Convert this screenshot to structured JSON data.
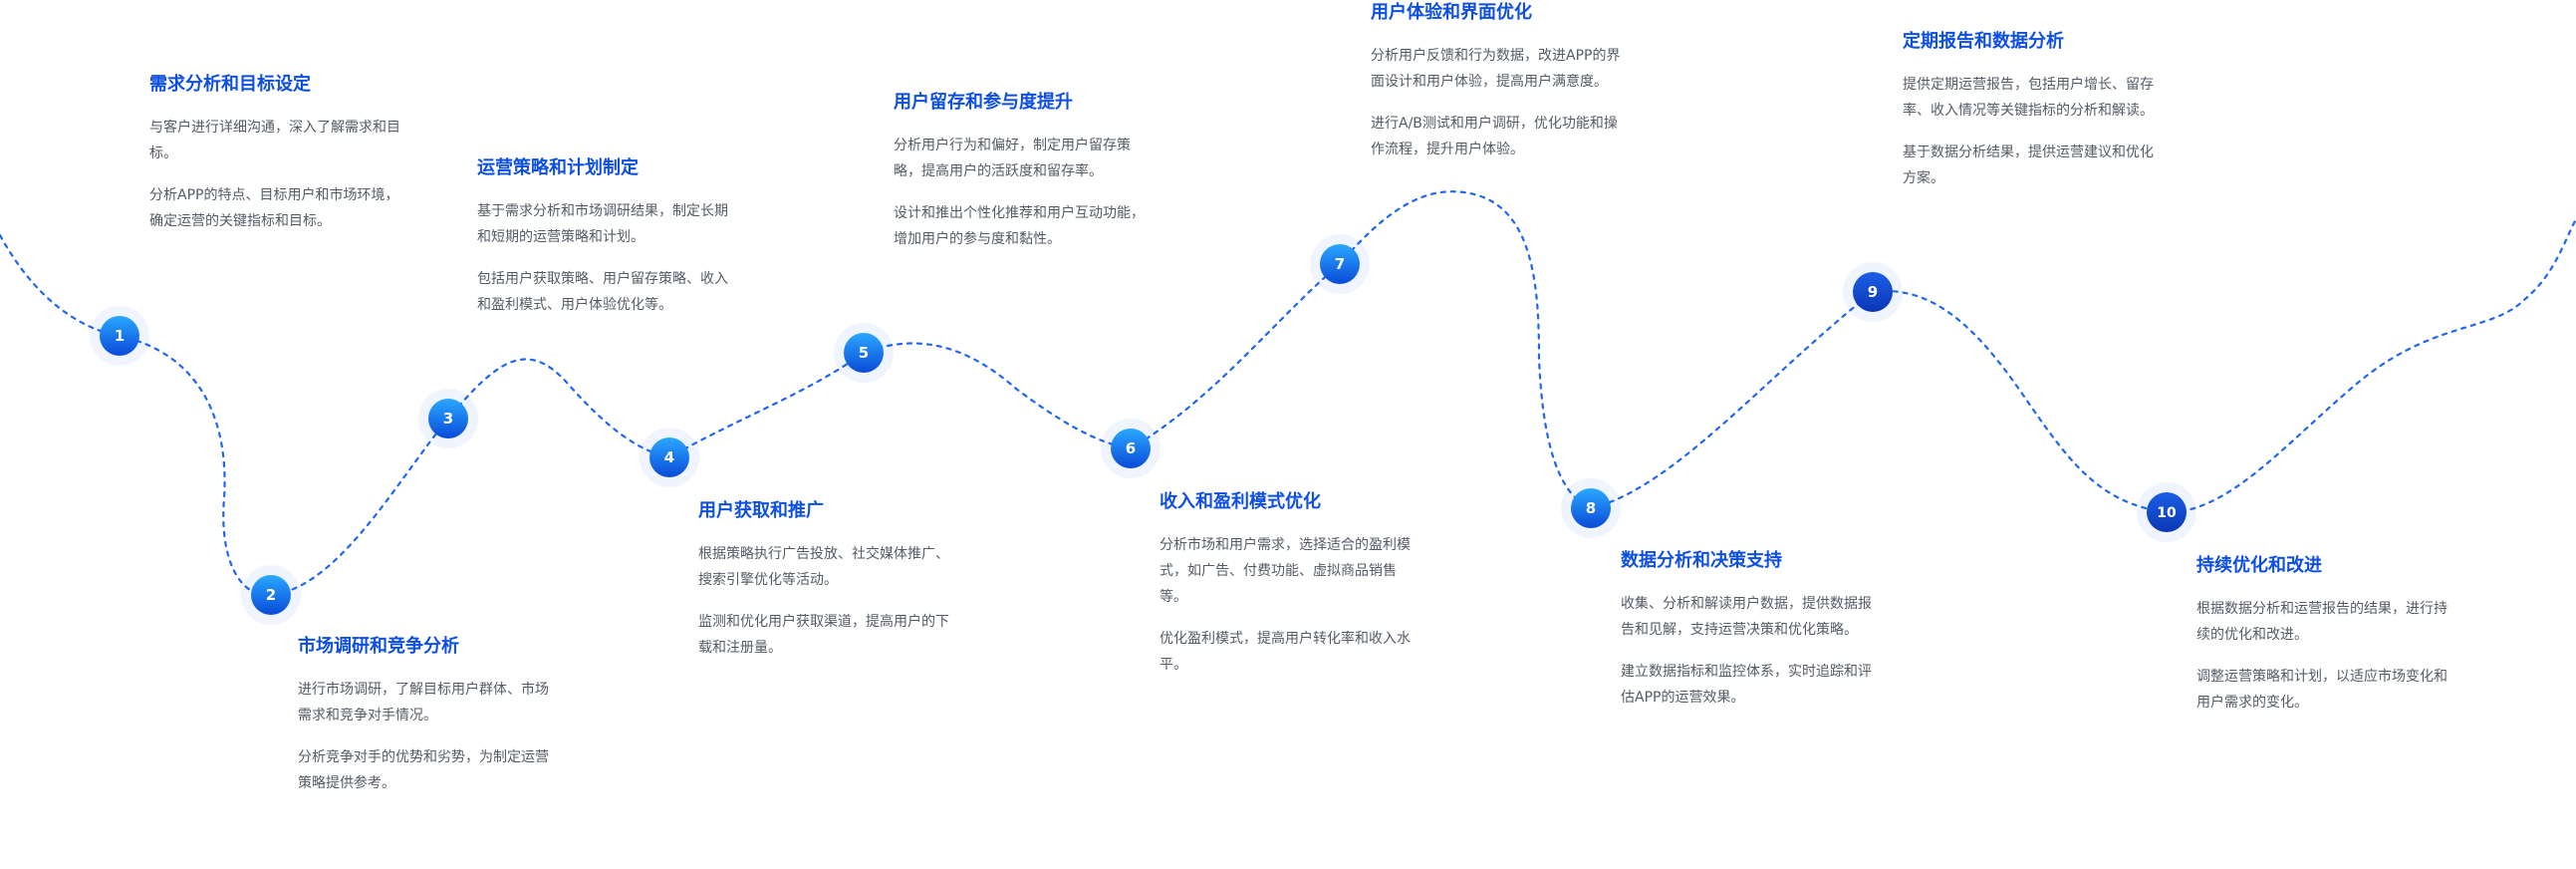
{
  "accent": "#1f66f0",
  "accent_light": "#2aa4ff",
  "accent_dark": "#0b41c9",
  "steps": [
    {
      "num": "1",
      "title": "需求分析和目标设定",
      "paras": [
        "与客户进行详细沟通，深入了解需求和目标。",
        "分析APP的特点、目标用户和市场环境，确定运营的关键指标和目标。"
      ]
    },
    {
      "num": "2",
      "title": "市场调研和竞争分析",
      "paras": [
        "进行市场调研，了解目标用户群体、市场需求和竞争对手情况。",
        "分析竞争对手的优势和劣势，为制定运营策略提供参考。"
      ]
    },
    {
      "num": "3",
      "title": "运营策略和计划制定",
      "paras": [
        "基于需求分析和市场调研结果，制定长期和短期的运营策略和计划。",
        "包括用户获取策略、用户留存策略、收入和盈利模式、用户体验优化等。"
      ]
    },
    {
      "num": "4",
      "title": "用户获取和推广",
      "paras": [
        "根据策略执行广告投放、社交媒体推广、搜索引擎优化等活动。",
        "监测和优化用户获取渠道，提高用户的下载和注册量。"
      ]
    },
    {
      "num": "5",
      "title": "用户留存和参与度提升",
      "paras": [
        "分析用户行为和偏好，制定用户留存策略，提高用户的活跃度和留存率。",
        "设计和推出个性化推荐和用户互动功能，增加用户的参与度和黏性。"
      ]
    },
    {
      "num": "6",
      "title": "收入和盈利模式优化",
      "paras": [
        "分析市场和用户需求，选择适合的盈利模式，如广告、付费功能、虚拟商品销售等。",
        "优化盈利模式，提高用户转化率和收入水平。"
      ]
    },
    {
      "num": "7",
      "title": "用户体验和界面优化",
      "paras": [
        "分析用户反馈和行为数据，改进APP的界面设计和用户体验，提高用户满意度。",
        "进行A/B测试和用户调研，优化功能和操作流程，提升用户体验。"
      ]
    },
    {
      "num": "8",
      "title": "数据分析和决策支持",
      "paras": [
        "收集、分析和解读用户数据，提供数据报告和见解，支持运营决策和优化策略。",
        "建立数据指标和监控体系，实时追踪和评估APP的运营效果。"
      ]
    },
    {
      "num": "9",
      "title": "定期报告和数据分析",
      "paras": [
        "提供定期运营报告，包括用户增长、留存率、收入情况等关键指标的分析和解读。",
        "基于数据分析结果，提供运营建议和优化方案。"
      ]
    },
    {
      "num": "10",
      "title": "持续优化和改进",
      "paras": [
        "根据数据分析和运营报告的结果，进行持续的优化和改进。",
        "调整运营策略和计划，以适应市场变化和用户需求的变化。"
      ]
    }
  ]
}
